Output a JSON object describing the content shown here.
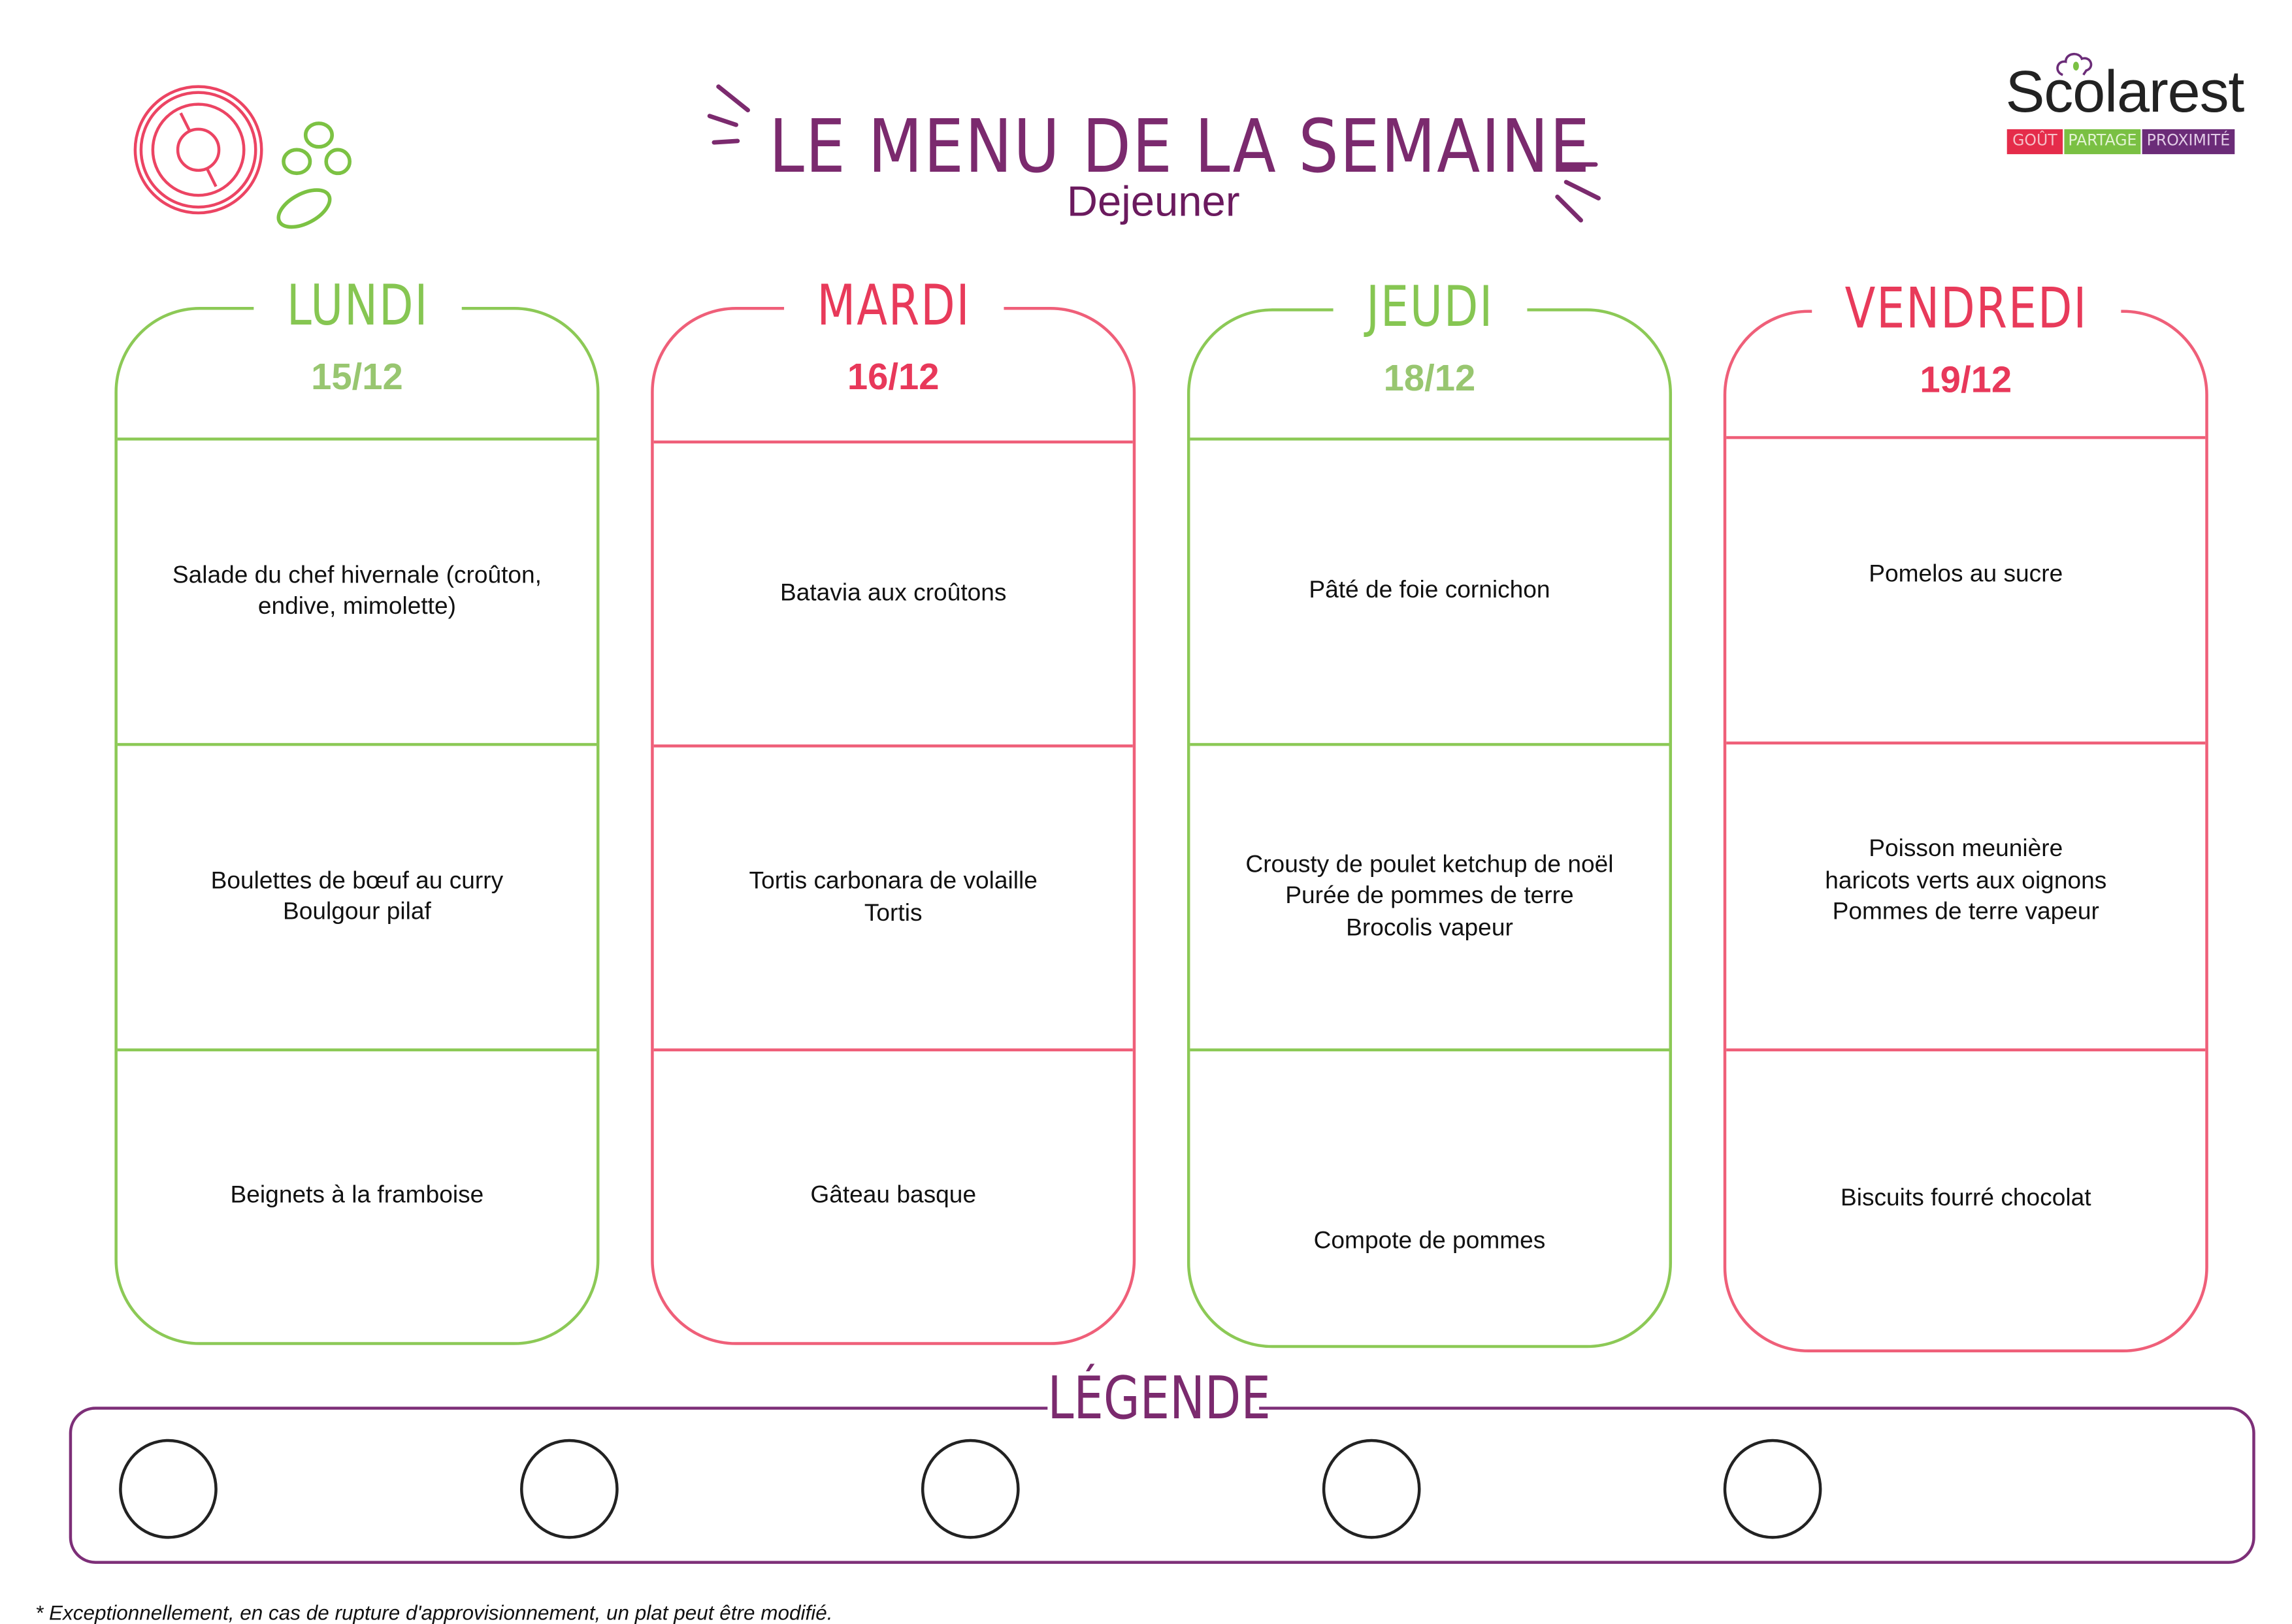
{
  "header": {
    "title": "LE MENU DE LA SEMAINE",
    "subtitle": "Dejeuner"
  },
  "logo": {
    "name": "Scolarest",
    "tags": [
      "GOÛT",
      "PARTAGE",
      "PROXIMITÉ"
    ],
    "colors": [
      "#e52c4a",
      "#7ac043",
      "#6b2c78"
    ]
  },
  "colors": {
    "green": "#8cc956",
    "pink": "#ef5f79",
    "purple": "#7b2a6e"
  },
  "days": [
    {
      "name": "LUNDI",
      "date": "15/12",
      "dishes": [
        "Salade du chef hivernale (croûton,\nendive, mimolette)",
        "Boulettes de bœuf au curry\nBoulgour pilaf",
        "Beignets à la framboise"
      ]
    },
    {
      "name": "MARDI",
      "date": "16/12",
      "dishes": [
        "Batavia aux croûtons",
        "Tortis carbonara de volaille\nTortis",
        "Gâteau basque"
      ]
    },
    {
      "name": "JEUDI",
      "date": "18/12",
      "dishes": [
        "Pâté de foie cornichon",
        "Crousty de poulet ketchup de noël\nPurée de pommes de terre\nBrocolis vapeur",
        "Compote de pommes"
      ]
    },
    {
      "name": "VENDREDI",
      "date": "19/12",
      "dishes": [
        "Pomelos au sucre",
        "Poisson meunière\nharicots verts aux oignons\nPommes de terre vapeur",
        "Biscuits fourré chocolat"
      ]
    }
  ],
  "legend": {
    "title": "LÉGENDE"
  },
  "footer": "* Exceptionnellement, en cas de rupture d'approvisionnement, un plat peut être modifié."
}
